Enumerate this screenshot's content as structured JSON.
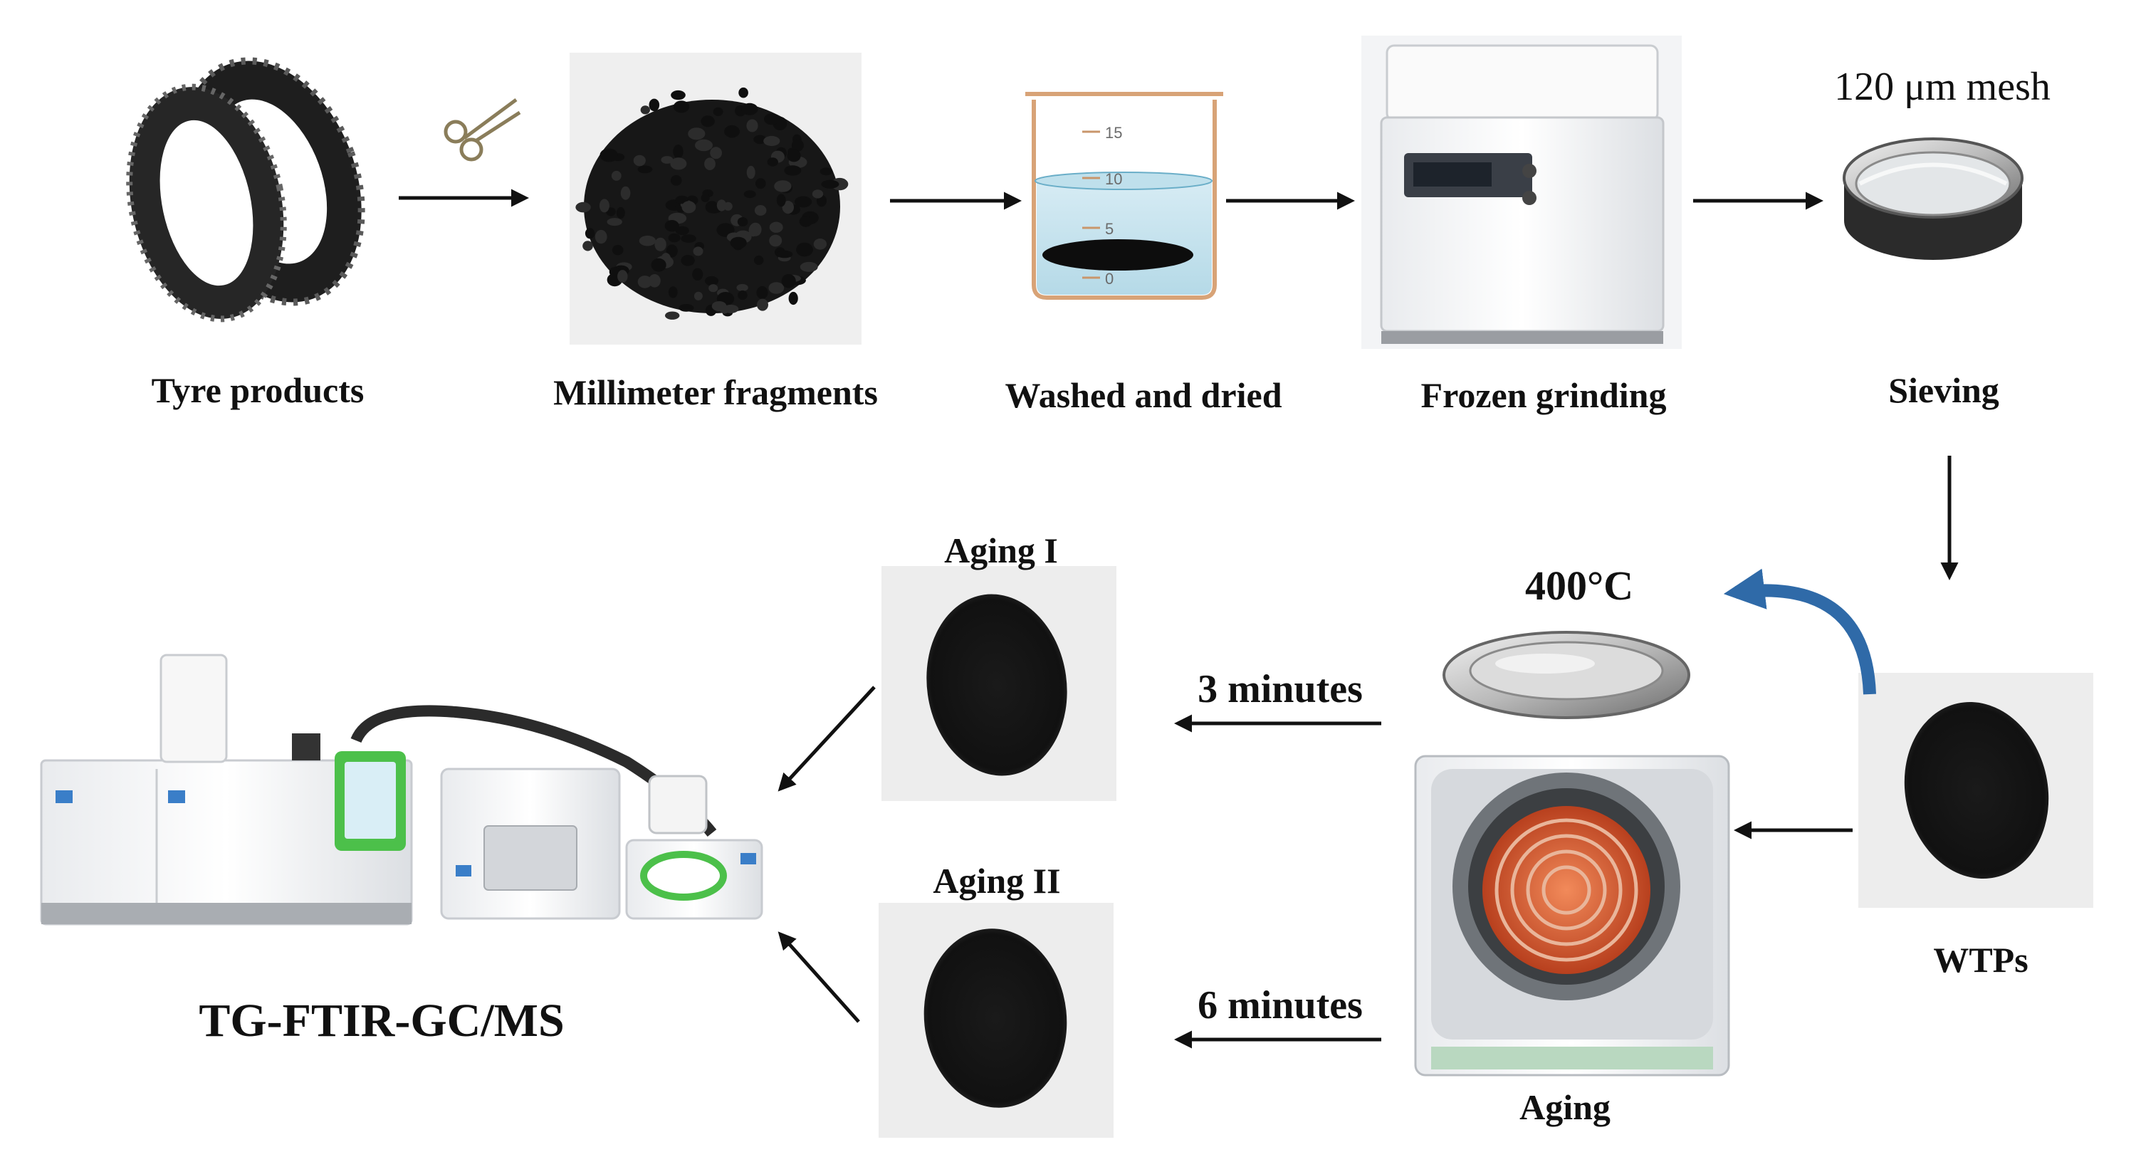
{
  "steps": {
    "tyre": "Tyre products",
    "fragments": "Millimeter fragments",
    "washed": "Washed and dried",
    "grinding": "Frozen grinding",
    "sieving": "Sieving",
    "mesh": "120 μm mesh",
    "wtps": "WTPs",
    "aging": "Aging",
    "temperature": "400°C",
    "time1": "3 minutes",
    "time2": "6 minutes",
    "aging1": "Aging I",
    "aging2": "Aging II",
    "instrument": "TG-FTIR-GC/MS"
  },
  "beaker_marks": [
    "15",
    "10",
    "5",
    "0"
  ],
  "colors": {
    "arrow": "#111111",
    "curved_arrow": "#2f6aa8",
    "powder": "#141414",
    "hotplate_coil": "#d9532c",
    "screen": "#4cc04a"
  }
}
